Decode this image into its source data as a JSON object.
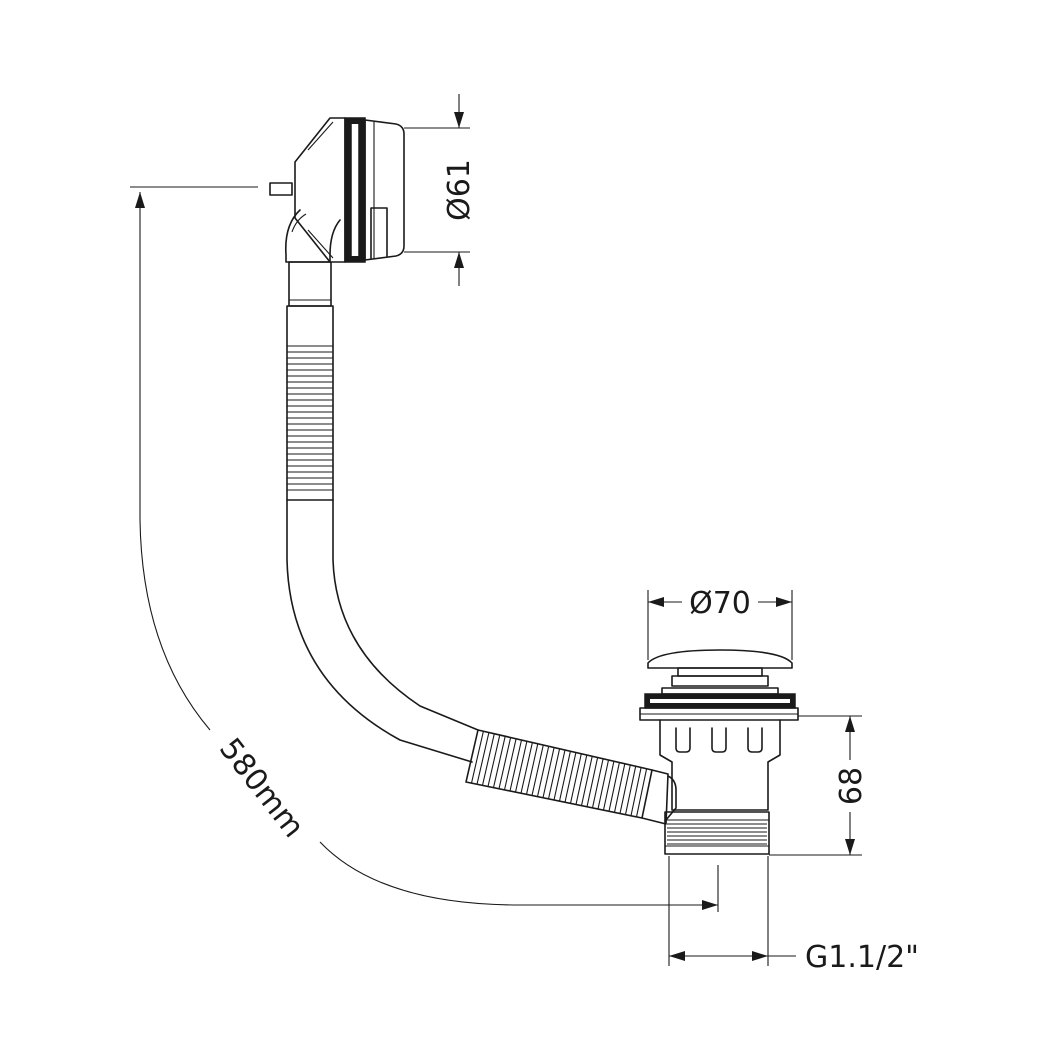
{
  "dimensions": {
    "overflow_diameter": "Ø61",
    "waste_diameter": "Ø70",
    "waste_height": "68",
    "cable_length": "580mm",
    "thread_size": "G1.1/2\""
  },
  "colors": {
    "line": "#1a1a1a",
    "background": "#ffffff"
  }
}
